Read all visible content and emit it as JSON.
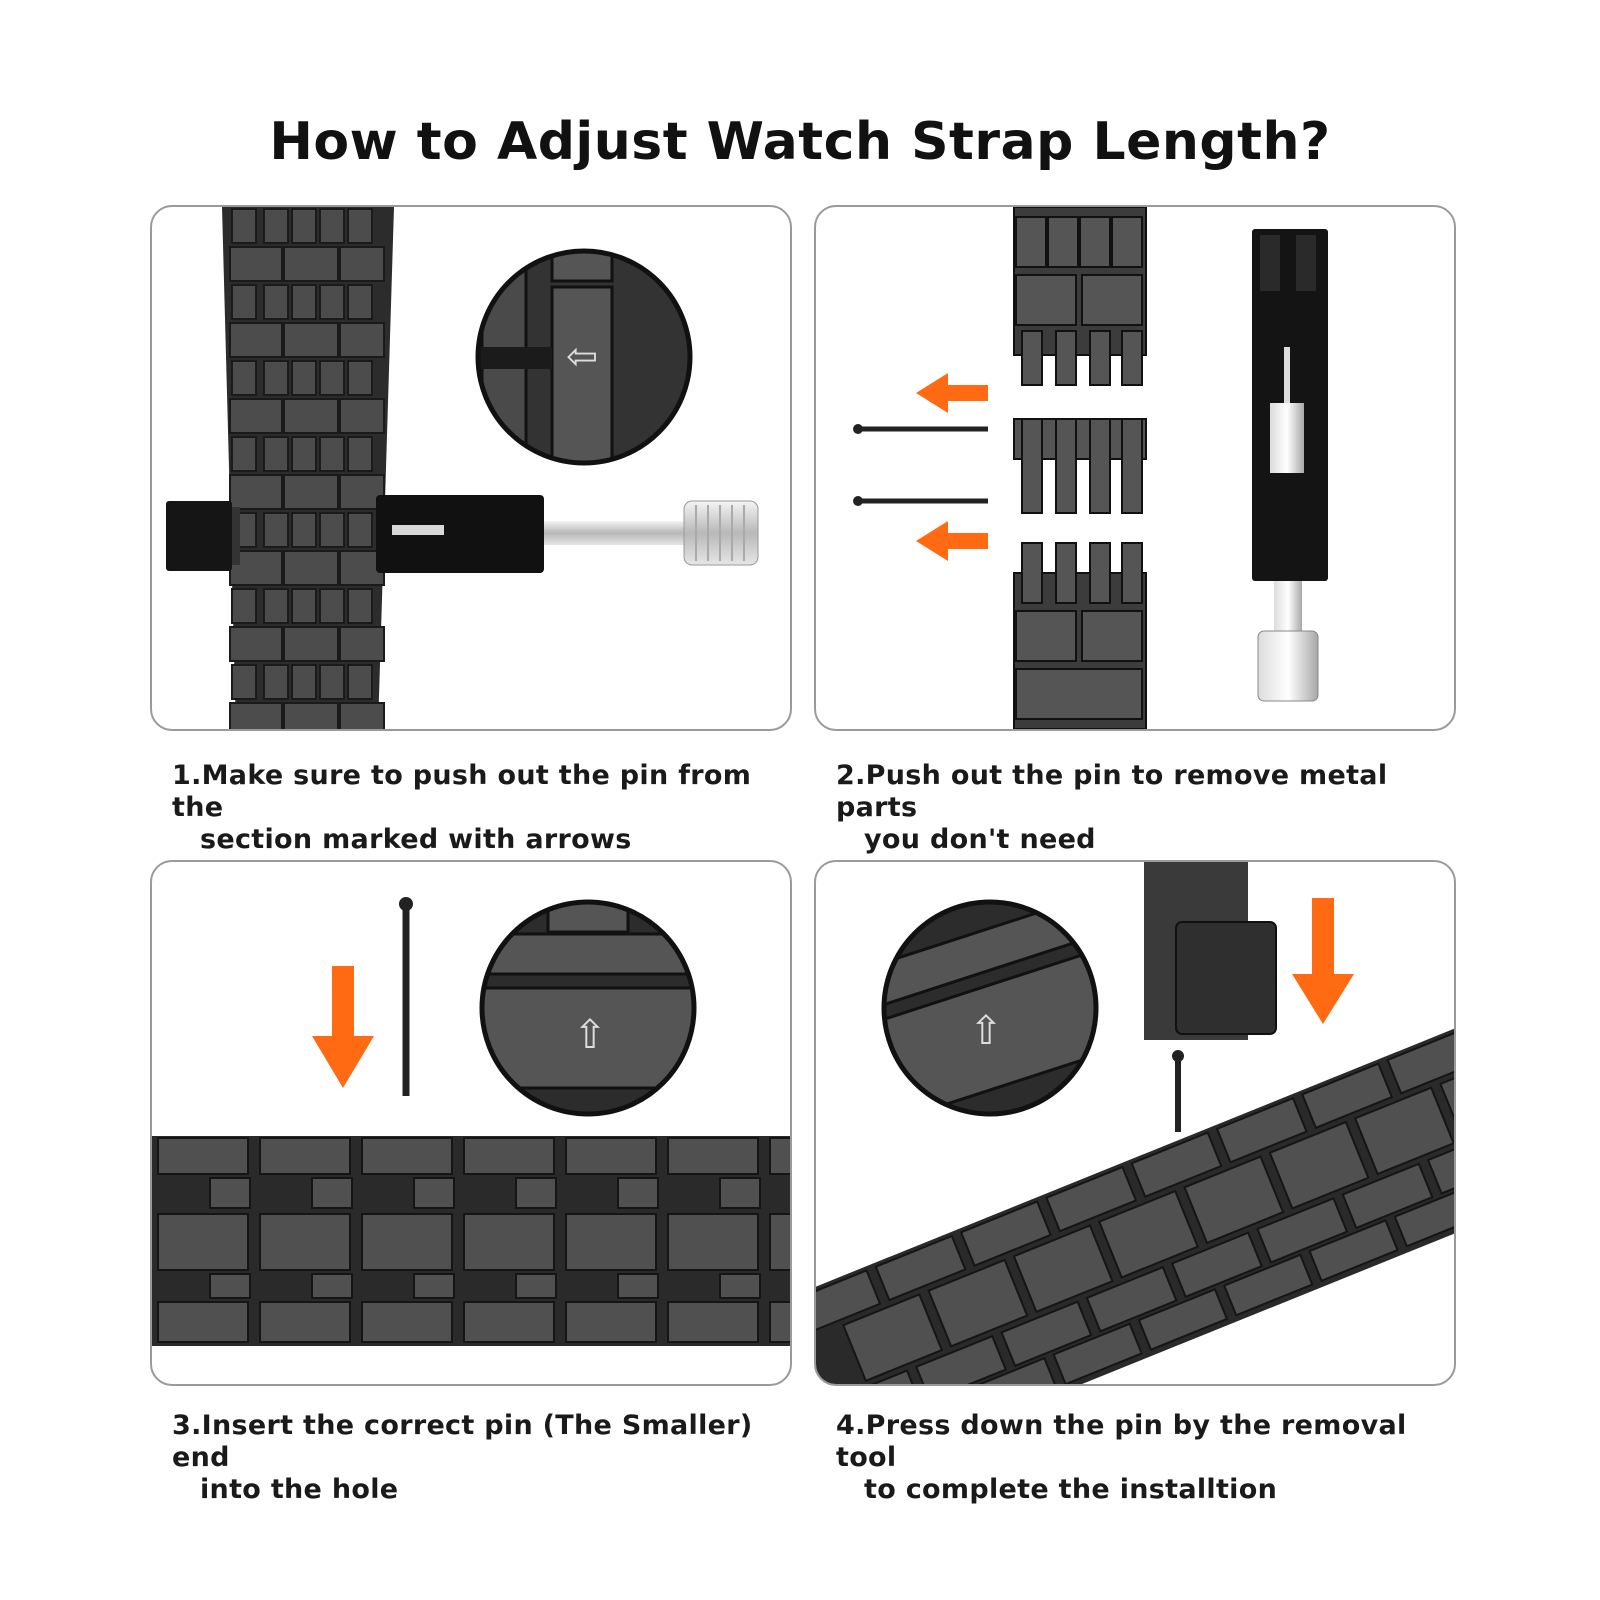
{
  "page": {
    "title": "How to Adjust Watch Strap Length?"
  },
  "colors": {
    "accent_arrow": "#ff6a13",
    "metal": "#4a4a4a",
    "metal_dark": "#1e1e1e",
    "panel_border": "#9a9a9a"
  },
  "steps": [
    {
      "line1": "1.Make sure to push out the pin from the",
      "line2": "section marked with arrows"
    },
    {
      "line1": "2.Push out the pin to remove metal parts",
      "line2": "you don't need"
    },
    {
      "line1": "3.Insert the correct pin (The Smaller) end",
      "line2": "into the hole"
    },
    {
      "line1": "4.Press down the pin by the removal tool",
      "line2": "to complete the installtion"
    }
  ],
  "icons": [
    "left-arrow-icon",
    "up-arrow-icon",
    "down-arrow-icon",
    "pin-icon",
    "pin-removal-tool-icon",
    "magnifier-circle-icon"
  ]
}
